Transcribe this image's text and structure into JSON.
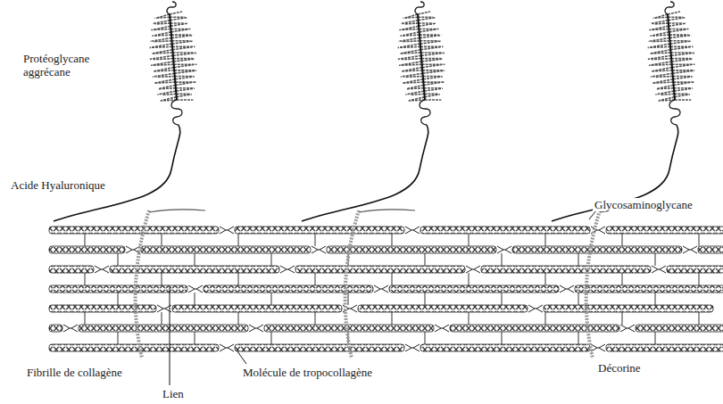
{
  "diagram": {
    "labels": [
      "Protéoglycane aggrécane",
      "Acide Hyaluronique",
      "Glycosaminoglycane",
      "Fibrille de collagène",
      "Molécule de tropocollagène",
      "Décorine",
      "Lien"
    ]
  }
}
